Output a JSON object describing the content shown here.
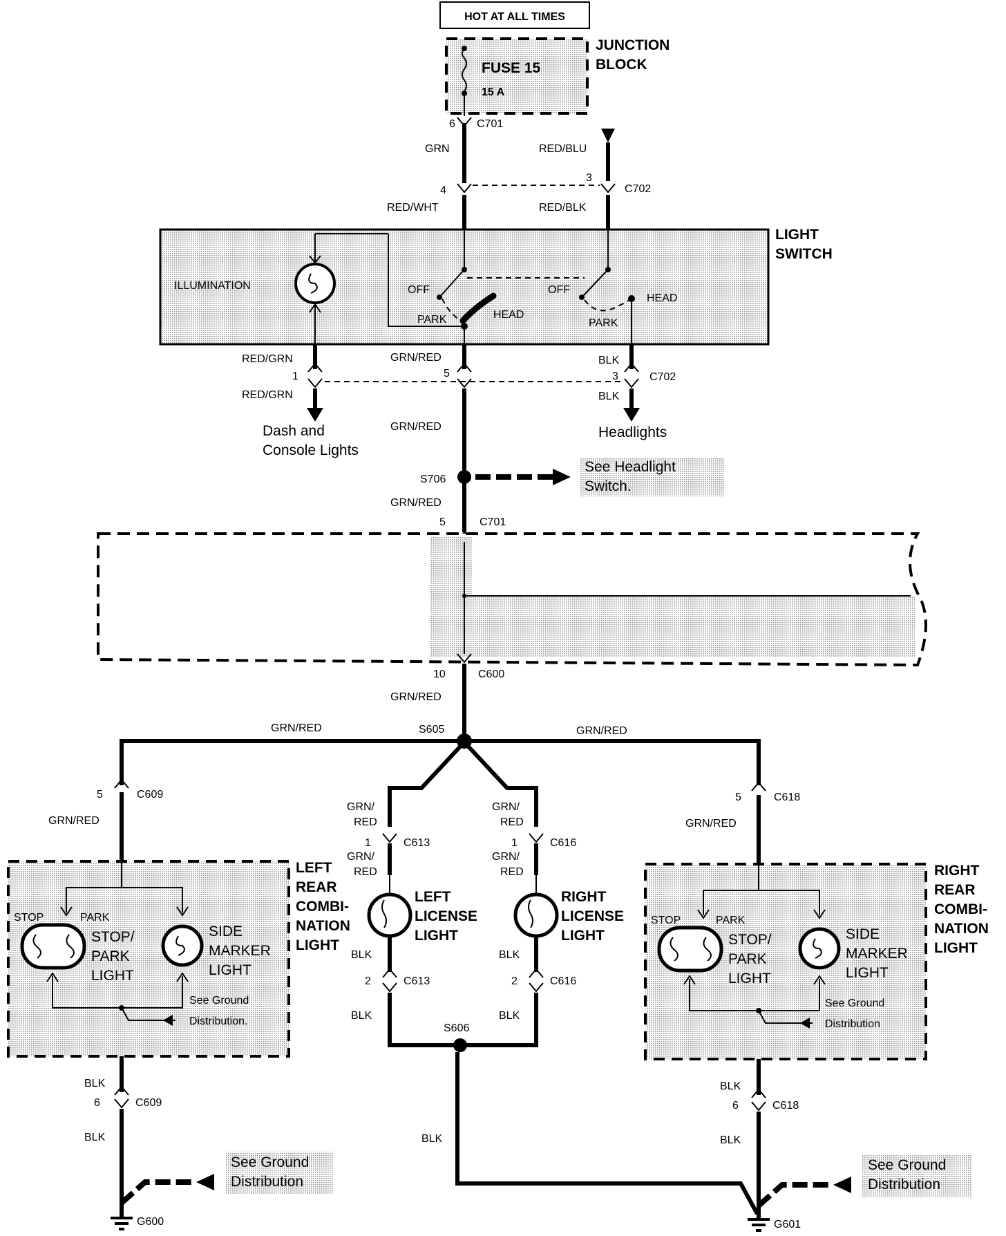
{
  "power": {
    "source_label": "HOT AT ALL TIMES"
  },
  "junction_block": {
    "title_line1": "JUNCTION",
    "title_line2": "BLOCK",
    "fuse_name": "FUSE 15",
    "fuse_rating": "15 A"
  },
  "connectors": {
    "c701_top": {
      "pin": "6",
      "name": "C701"
    },
    "c702_in": {
      "pin": "3",
      "name": "C702"
    },
    "c701_sw": {
      "pin": "4"
    },
    "c702_out": {
      "pin": "3",
      "name": "C702"
    },
    "c701_out": {
      "pin": "5"
    },
    "c701_mid": {
      "pin": "5",
      "name": "C701"
    },
    "c600": {
      "pin": "10",
      "name": "C600"
    },
    "dash_out": {
      "pin": "1"
    }
  },
  "wires": {
    "grn": "GRN",
    "red_blu": "RED/BLU",
    "red_wht": "RED/WHT",
    "red_blk": "RED/BLK",
    "red_grn": "RED/GRN",
    "grn_red": "GRN/RED",
    "grn_red_split_1": "GRN/",
    "grn_red_split_2": "RED",
    "blk": "BLK"
  },
  "light_switch": {
    "title_line1": "LIGHT",
    "title_line2": "SWITCH",
    "illumination": "ILLUMINATION",
    "off": "OFF",
    "park": "PARK",
    "head": "HEAD"
  },
  "outputs": {
    "dash_line1": "Dash and",
    "dash_line2": "Console Lights",
    "headlights": "Headlights",
    "see_headlight_1": "See Headlight",
    "see_headlight_2": "Switch."
  },
  "splices": {
    "s706": "S706",
    "s605": "S605",
    "s606": "S606"
  },
  "left_rear": {
    "conn_pin_top": "5",
    "conn_name": "C609",
    "conn_pin_bot": "6",
    "title": [
      "LEFT",
      "REAR",
      "COMBI-",
      "NATION",
      "LIGHT"
    ],
    "stop": "STOP",
    "park": "PARK",
    "stop_park_light": [
      "STOP/",
      "PARK",
      "LIGHT"
    ],
    "side_marker": [
      "SIDE",
      "MARKER",
      "LIGHT"
    ],
    "see_ground": [
      "See Ground",
      "Distribution."
    ],
    "ground": "G600",
    "see_ground_ext": [
      "See Ground",
      "Distribution"
    ]
  },
  "right_rear": {
    "conn_pin_top": "5",
    "conn_name": "C618",
    "conn_pin_bot": "6",
    "title": [
      "RIGHT",
      "REAR",
      "COMBI-",
      "NATION",
      "LIGHT"
    ],
    "stop": "STOP",
    "park": "PARK",
    "stop_park_light": [
      "STOP/",
      "PARK",
      "LIGHT"
    ],
    "side_marker": [
      "SIDE",
      "MARKER",
      "LIGHT"
    ],
    "see_ground": [
      "See Ground",
      "Distribution"
    ],
    "ground": "G601",
    "see_ground_ext": [
      "See Ground",
      "Distribution"
    ]
  },
  "left_license": {
    "title": [
      "LEFT",
      "LICENSE",
      "LIGHT"
    ],
    "conn_name": "C613",
    "pin_top": "1",
    "pin_bot": "2"
  },
  "right_license": {
    "title": [
      "RIGHT",
      "LICENSE",
      "LIGHT"
    ],
    "conn_name": "C616",
    "pin_top": "1",
    "pin_bot": "2"
  },
  "colors": {
    "ink": "#000000",
    "shade": "#d4d4d4",
    "background": "#ffffff"
  }
}
